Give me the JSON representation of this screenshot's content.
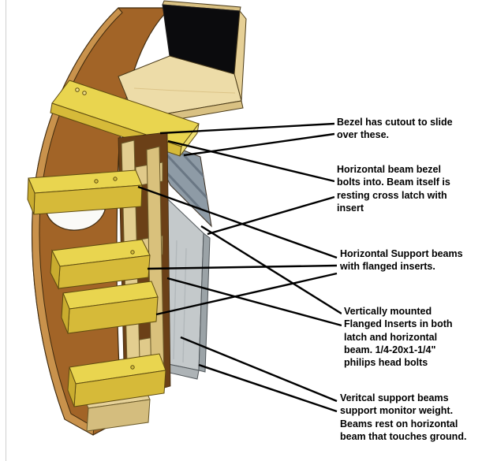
{
  "figure": {
    "annotations": [
      {
        "id": "bezel-cutout",
        "text": "Bezel has cutout to slide\nover these."
      },
      {
        "id": "horizontal-beam-bezel",
        "text": "Horizontal beam bezel\nbolts into. Beam itself is\nresting cross latch with\ninsert"
      },
      {
        "id": "horizontal-support-beams",
        "text": "Horizontal Support beams\nwith flanged inserts."
      },
      {
        "id": "flanged-inserts",
        "text": "Vertically mounted\nFlanged Inserts in both\nlatch and horizontal\nbeam. 1/4-20x1-1/4\"\nphilips head bolts"
      },
      {
        "id": "vertical-support-beams",
        "text": "Veritcal support beams\nsupport monitor weight.\nBeams rest on horizontal\nbeam that touches ground."
      }
    ],
    "colors": {
      "background": "#FFFFFF",
      "panel_brown": "#A26427",
      "panel_edge": "#C9924C",
      "plywood_yellow": "#E9D54F",
      "plywood_shadow": "#D6BA39",
      "plywood_end": "#C9AC2F",
      "wood_light": "#EDDCA8",
      "wood_mid": "#D9C183",
      "monitor_black": "#0B0B0D",
      "metal_gray": "#C4C9CB",
      "bezel_gray": "#8E9BA6",
      "arrow_black": "#000000"
    }
  }
}
